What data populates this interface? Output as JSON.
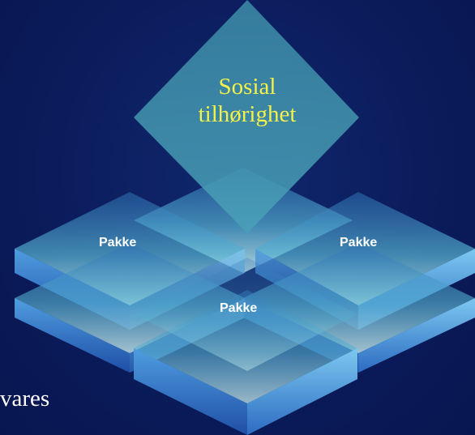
{
  "diagram": {
    "top_label_line1": "Sosial",
    "top_label_line2": "tilhørighet",
    "package_left": "Pakke",
    "package_right": "Pakke",
    "package_center": "Pakke",
    "cut_text": "vares"
  },
  "colors": {
    "background": "#0b1c5c",
    "diamond": "#3e8fa8",
    "tile_top_light": "#cdf4f4",
    "tile_top_dark": "#4aa3c5",
    "tile_side": "#4b8fd6",
    "label_yellow": "#f2f24a"
  }
}
